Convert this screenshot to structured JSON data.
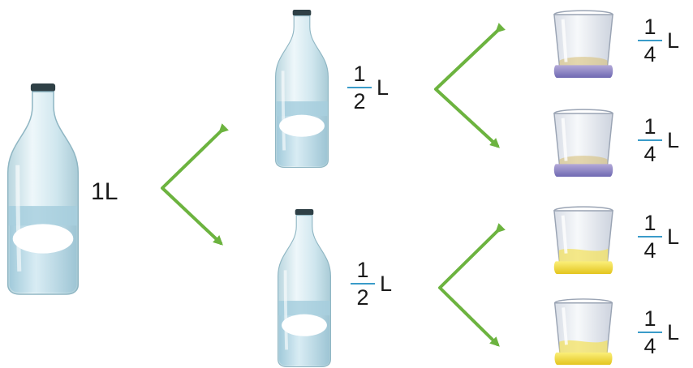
{
  "one_litre": {
    "value": "1",
    "unit": "L"
  },
  "half_labels": [
    {
      "numerator": "1",
      "denominator": "2",
      "unit": "L"
    },
    {
      "numerator": "1",
      "denominator": "2",
      "unit": "L"
    }
  ],
  "quarter_labels": [
    {
      "numerator": "1",
      "denominator": "4",
      "unit": "L"
    },
    {
      "numerator": "1",
      "denominator": "4",
      "unit": "L"
    },
    {
      "numerator": "1",
      "denominator": "4",
      "unit": "L"
    },
    {
      "numerator": "1",
      "denominator": "4",
      "unit": "L"
    }
  ],
  "colors": {
    "arrow": "#6cb33f",
    "fraction_bar": "#3a9bc9",
    "bottle_glass": "#cfe6ee",
    "water_tint": "#b7d9e8",
    "glass_base_blue": "#8b86c4",
    "glass_base_yellow": "#f0dc3c"
  }
}
